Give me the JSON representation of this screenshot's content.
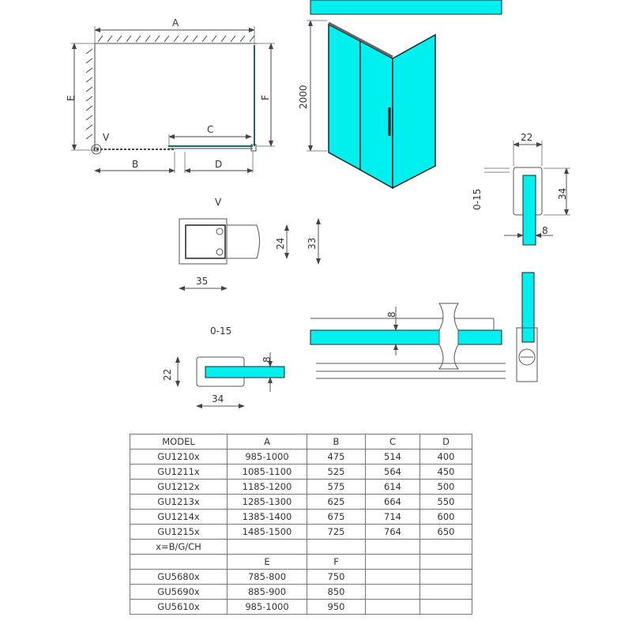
{
  "drawing": {
    "plan_view": {
      "labels": {
        "A": "A",
        "B": "B",
        "C": "C",
        "D": "D",
        "E": "E",
        "F": "F",
        "V": "V"
      }
    },
    "iso_view": {
      "height_label": "2000"
    },
    "detail_v": {
      "title": "V",
      "width": "35",
      "inner_height": "24",
      "outer_height": "33"
    },
    "wall_profile_top": {
      "width": "22",
      "adjust": "0-15",
      "height": "34",
      "glass": "8"
    },
    "wall_profile_side": {
      "adjust": "0-15",
      "height": "22",
      "width": "34",
      "glass": "8"
    },
    "corner_section": {
      "glass": "8"
    },
    "colors": {
      "glass": "#00f0f0",
      "line": "#333333",
      "dim": "#555555"
    }
  },
  "table": {
    "headers": [
      "MODEL",
      "A",
      "B",
      "C",
      "D"
    ],
    "rows": [
      [
        "GU1210x",
        "985-1000",
        "475",
        "514",
        "400"
      ],
      [
        "GU1211x",
        "1085-1100",
        "525",
        "564",
        "450"
      ],
      [
        "GU1212x",
        "1185-1200",
        "575",
        "614",
        "500"
      ],
      [
        "GU1213x",
        "1285-1300",
        "625",
        "664",
        "550"
      ],
      [
        "GU1214x",
        "1385-1400",
        "675",
        "714",
        "600"
      ],
      [
        "GU1215x",
        "1485-1500",
        "725",
        "764",
        "650"
      ],
      [
        "x=B/G/CH",
        "",
        "",
        "",
        ""
      ],
      [
        "",
        "E",
        "F",
        "",
        ""
      ],
      [
        "GU5680x",
        "785-800",
        "750",
        "",
        ""
      ],
      [
        "GU5690x",
        "885-900",
        "850",
        "",
        ""
      ],
      [
        "GU5610x",
        "985-1000",
        "950",
        "",
        ""
      ]
    ]
  }
}
